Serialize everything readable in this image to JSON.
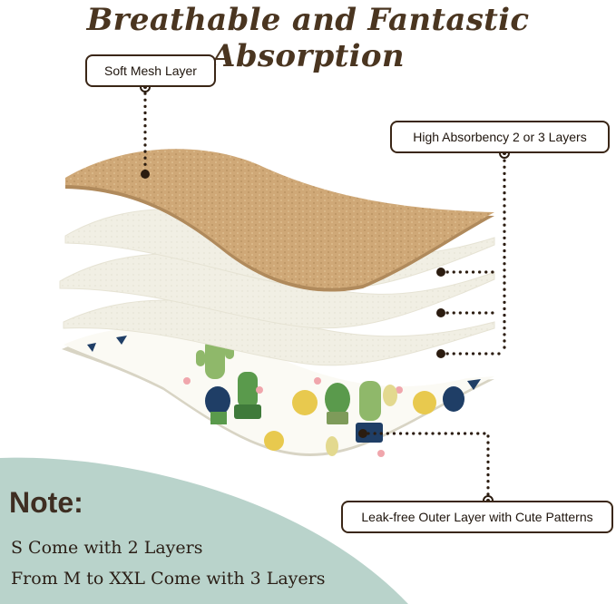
{
  "title": "Breathable and Fantastic Absorption",
  "callouts": {
    "mesh": "Soft Mesh Layer",
    "absorbency": "High Absorbency 2 or 3 Layers",
    "outer": "Leak-free Outer Layer with Cute Patterns"
  },
  "note": {
    "heading": "Note:",
    "lines": [
      "S Come with 2 Layers",
      "From M to XXL Come with 3 Layers"
    ]
  },
  "colors": {
    "title": "#4a3520",
    "mesh_layer": "#cfa877",
    "absorbent_layer": "#f1efe4",
    "outer_layer_edge": "#d8d4c4",
    "note_panel": "#b9d3cb",
    "leader_dots": "#2b1c10",
    "cactus_green": "#5a9a4c",
    "cactus_navy": "#1f3e66",
    "sun_yellow": "#e8c94e",
    "heart_pink": "#f0a6ac"
  },
  "icons": [
    "cactus-icon",
    "sun-icon",
    "heart-icon",
    "leaf-icon"
  ]
}
